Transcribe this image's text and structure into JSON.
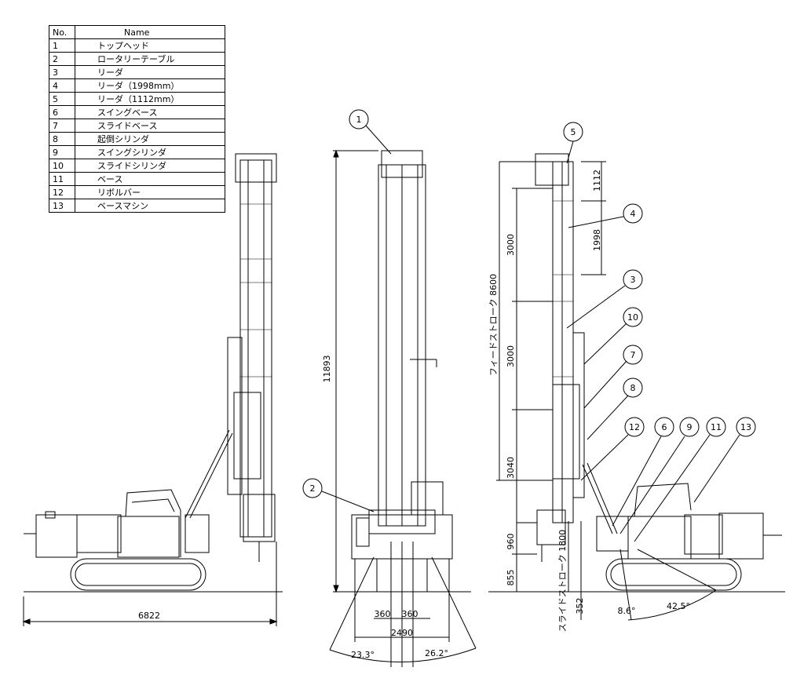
{
  "parts_table": {
    "headers": {
      "no": "No.",
      "name": "Name"
    },
    "rows": [
      {
        "no": "1",
        "name": "トップヘッド"
      },
      {
        "no": "2",
        "name": "ロータリーテーブル"
      },
      {
        "no": "3",
        "name": "リーダ"
      },
      {
        "no": "4",
        "name": "リーダ（1998mm）"
      },
      {
        "no": "5",
        "name": "リーダ（1112mm）"
      },
      {
        "no": "6",
        "name": "スイングベース"
      },
      {
        "no": "7",
        "name": "スライドベース"
      },
      {
        "no": "8",
        "name": "起倒シリンダ"
      },
      {
        "no": "9",
        "name": "スイングシリンダ"
      },
      {
        "no": "10",
        "name": "スライドシリンダ"
      },
      {
        "no": "11",
        "name": "ベース"
      },
      {
        "no": "12",
        "name": "リボルバー"
      },
      {
        "no": "13",
        "name": "ベースマシン"
      }
    ]
  },
  "balloons": {
    "b1": "1",
    "b2": "2",
    "b3": "3",
    "b4": "4",
    "b5": "5",
    "b6": "6",
    "b7": "7",
    "b8": "8",
    "b9": "9",
    "b10": "10",
    "b11": "11",
    "b12": "12",
    "b13": "13"
  },
  "dimensions": {
    "side_length": "6822",
    "front_height": "11893",
    "front_offset_left": "360",
    "front_offset_right": "360",
    "front_width": "2490",
    "front_angle_left": "23.3°",
    "front_angle_right": "26.2°",
    "leader_upper": "1112",
    "leader_lower": "1998",
    "seg_top": "3000",
    "seg_mid": "3000",
    "seg_bottom": "3040",
    "feed_stroke": "フィードストローク 8600",
    "height_960": "960",
    "height_855": "855",
    "slide_stroke": "スライドストローク 1800",
    "offset_352": "352",
    "angle_swing": "8.6°",
    "angle_tilt": "42.5°"
  }
}
